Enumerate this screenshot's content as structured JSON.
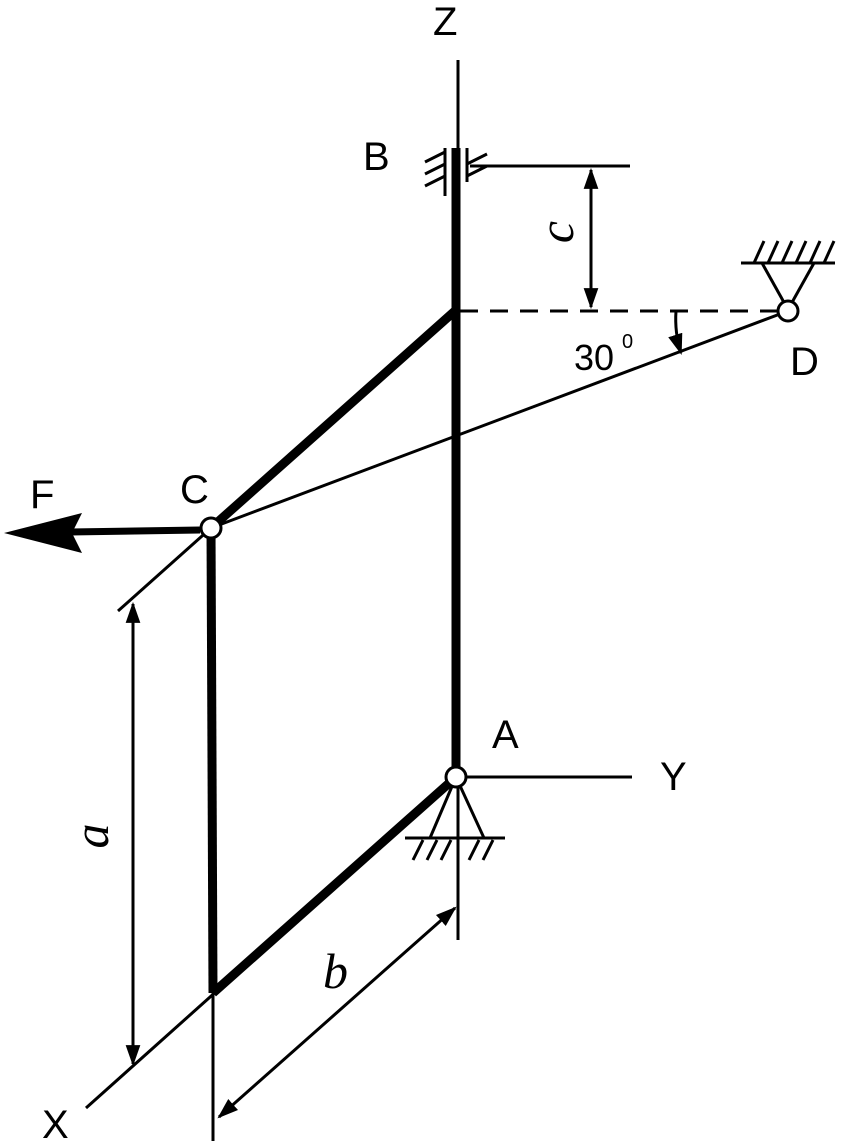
{
  "labels": {
    "z_axis": "Z",
    "y_axis": "Y",
    "x_axis": "X",
    "point_a": "A",
    "point_b": "B",
    "point_c": "C",
    "point_d": "D",
    "force": "F"
  },
  "dimensions": {
    "a": "a",
    "b": "b",
    "c": "c"
  },
  "angle": {
    "value": "30",
    "unit": "0"
  },
  "colors": {
    "ink": "#000000",
    "background": "#ffffff"
  }
}
